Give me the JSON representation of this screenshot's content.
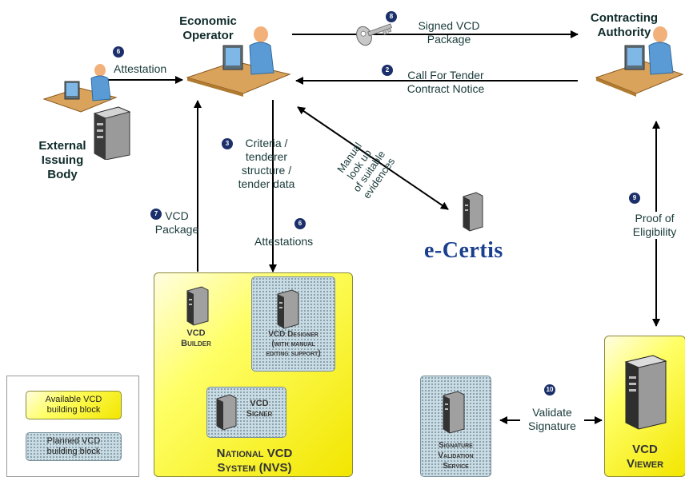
{
  "nodes": {
    "economic_operator": "Economic\nOperator",
    "contracting_authority": "Contracting\nAuthority",
    "external_issuing_body": "External\nIssuing\nBody",
    "ecertis": "e-Certis"
  },
  "arrows": {
    "signed_vcd_package": {
      "badge": "8",
      "text": "Signed VCD\nPackage"
    },
    "call_for_tender": {
      "badge": "2",
      "text": "Call For Tender\nContract Notice"
    },
    "attestation": {
      "badge": "6",
      "text": "Attestation"
    },
    "criteria": {
      "badge": "3",
      "text": "Criteria /\ntenderer\nstructure /\ntender data"
    },
    "manual_lookup": {
      "text": "Manual\nlook up\nof suitable\nevidences"
    },
    "vcd_package": {
      "badge": "7",
      "text": "VCD\nPackage"
    },
    "attestations": {
      "badge": "6",
      "text": "Attestations"
    },
    "proof_of_eligibility": {
      "badge": "9",
      "text": "Proof of\nEligibility"
    },
    "validate_signature": {
      "badge": "10",
      "text": "Validate\nSignature"
    }
  },
  "nvs": {
    "title": "National VCD\nSystem (NVS)",
    "builder": "VCD\nBuilder",
    "designer": "VCD Designer\n(with manual\nediting support)",
    "signer": "VCD\nSigner"
  },
  "signature_validation": "Signature\nValidation\nService",
  "vcd_viewer": "VCD\nViewer",
  "legend": {
    "available": "Available VCD\nbuilding block",
    "planned": "Planned VCD\nbuilding block"
  },
  "colors": {
    "available_block": "#ffff33",
    "planned_block": "#c9dbe3",
    "badge": "#1b2f6b",
    "ecertis_text": "#1b3f8f"
  }
}
